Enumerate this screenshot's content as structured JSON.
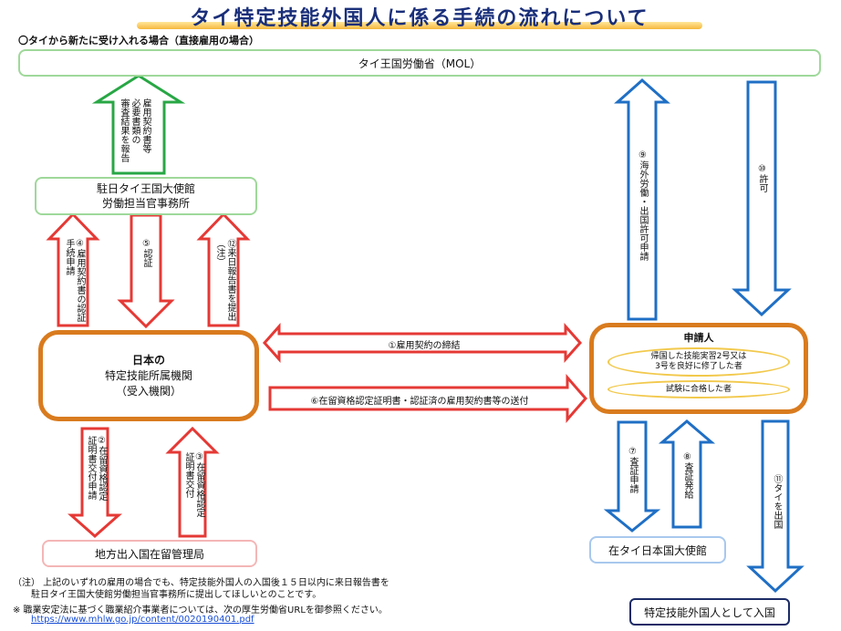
{
  "title": "タイ特定技能外国人に係る手続の流れについて",
  "subtitle": "〇タイから新たに受け入れる場合（直接雇用の場合）",
  "nodes": {
    "mol": "タイ王国労働省（MOL）",
    "embassy_thai_line1": "駐日タイ王国大使館",
    "embassy_thai_line2": "労働担当官事務所",
    "org_line1": "日本の",
    "org_line2": "特定技能所属機関",
    "org_line3": "（受入機関）",
    "applicant": "申請人",
    "applicant_cond1": "帰国した技能実習2号又は\n3号を良好に修了した者",
    "applicant_cond2": "試験に合格した者",
    "immigration": "地方出入国在留管理局",
    "embassy_japan": "在タイ日本国大使館",
    "entry": "特定技能外国人として入国"
  },
  "arrows": {
    "report": "雇用契約書等\n必要書類の\n審査結果を報告",
    "step4": "④雇用契約書の認証\n手続申請",
    "step5": "⑤認証",
    "step12": "⑫来日報告書を提出\n（注）",
    "step1": "①雇用契約の締結",
    "step6": "⑥在留資格認定証明書・認証済の雇用契約書等の送付",
    "step2": "②在留資格認定\n証明書交付申請",
    "step3": "③在留資格認定\n証明書交付",
    "step9": "⑨海外労働・出国許可申請",
    "step10": "⑩許可",
    "step7": "⑦査証申請",
    "step8": "⑧査証発給",
    "step11": "⑪タイを出国"
  },
  "notes": {
    "note1_line1": "（注） 上記のいずれの雇用の場合でも、特定技能外国人の入国後１５日以内に来日報告書を",
    "note1_line2": "駐日タイ王国大使館労働担当官事務所に提出してほしいとのことです。",
    "note2": "※ 職業安定法に基づく職業紹介事業者については、次の厚生労働省URLを御参照ください。",
    "url": "https://www.mhlw.go.jp/content/0020190401.pdf"
  },
  "colors": {
    "green": "#28a745",
    "red": "#e53935",
    "blue": "#1f6fc5",
    "orange": "#d97b1e",
    "navy": "#1b2b66"
  }
}
